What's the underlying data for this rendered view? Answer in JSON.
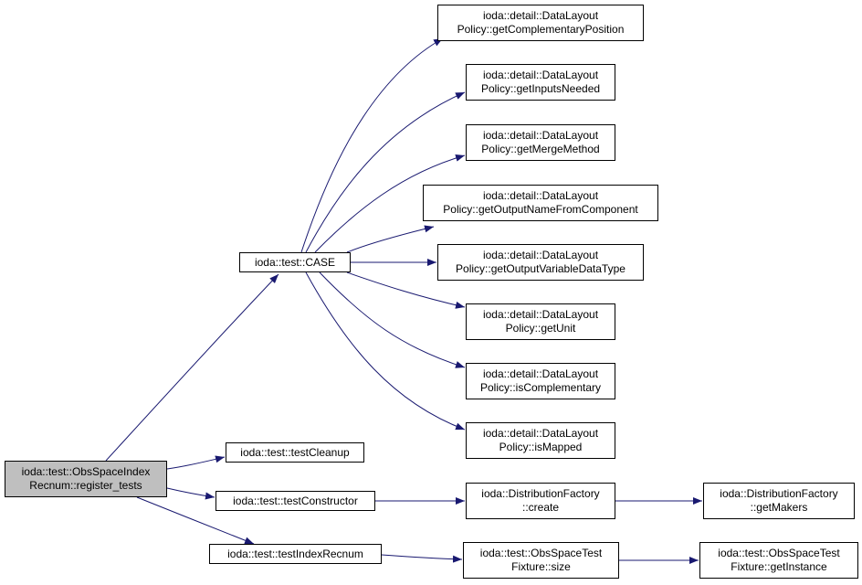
{
  "colors": {
    "edge": "#191970",
    "node_border": "#000000",
    "root_fill": "#bfbfbf",
    "node_fill": "#ffffff"
  },
  "nodes": {
    "root": [
      "ioda::test::ObsSpaceIndex",
      "Recnum::register_tests"
    ],
    "case": [
      "ioda::test::CASE"
    ],
    "getComplementaryPosition": [
      "ioda::detail::DataLayout",
      "Policy::getComplementaryPosition"
    ],
    "getInputsNeeded": [
      "ioda::detail::DataLayout",
      "Policy::getInputsNeeded"
    ],
    "getMergeMethod": [
      "ioda::detail::DataLayout",
      "Policy::getMergeMethod"
    ],
    "getOutputNameFromComponent": [
      "ioda::detail::DataLayout",
      "Policy::getOutputNameFromComponent"
    ],
    "getOutputVariableDataType": [
      "ioda::detail::DataLayout",
      "Policy::getOutputVariableDataType"
    ],
    "getUnit": [
      "ioda::detail::DataLayout",
      "Policy::getUnit"
    ],
    "isComplementary": [
      "ioda::detail::DataLayout",
      "Policy::isComplementary"
    ],
    "isMapped": [
      "ioda::detail::DataLayout",
      "Policy::isMapped"
    ],
    "testCleanup": [
      "ioda::test::testCleanup"
    ],
    "testConstructor": [
      "ioda::test::testConstructor"
    ],
    "testIndexRecnum": [
      "ioda::test::testIndexRecnum"
    ],
    "create": [
      "ioda::DistributionFactory",
      "::create"
    ],
    "getMakers": [
      "ioda::DistributionFactory",
      "::getMakers"
    ],
    "size": [
      "ioda::test::ObsSpaceTest",
      "Fixture::size"
    ],
    "getInstance": [
      "ioda::test::ObsSpaceTest",
      "Fixture::getInstance"
    ]
  }
}
